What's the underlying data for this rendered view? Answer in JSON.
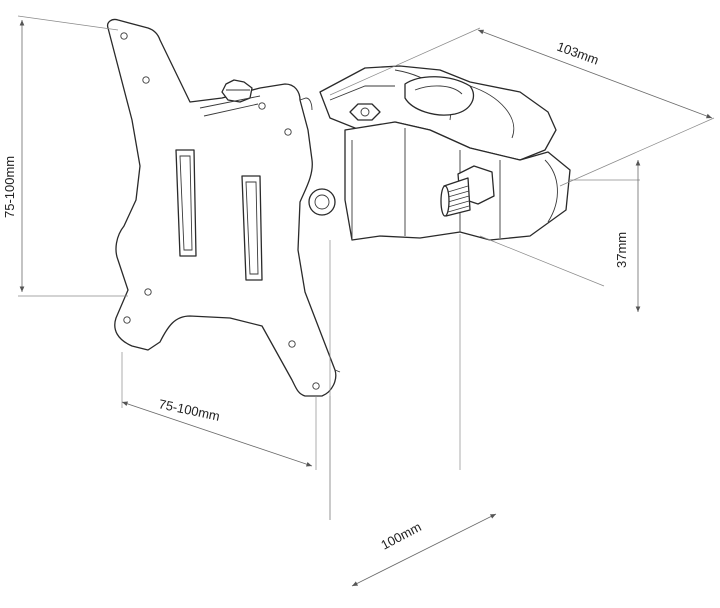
{
  "dimensions": {
    "width_arm": "103mm",
    "height_plate": "75-100mm",
    "width_plate": "75-100mm",
    "arm_height": "37mm",
    "depth": "100mm"
  }
}
